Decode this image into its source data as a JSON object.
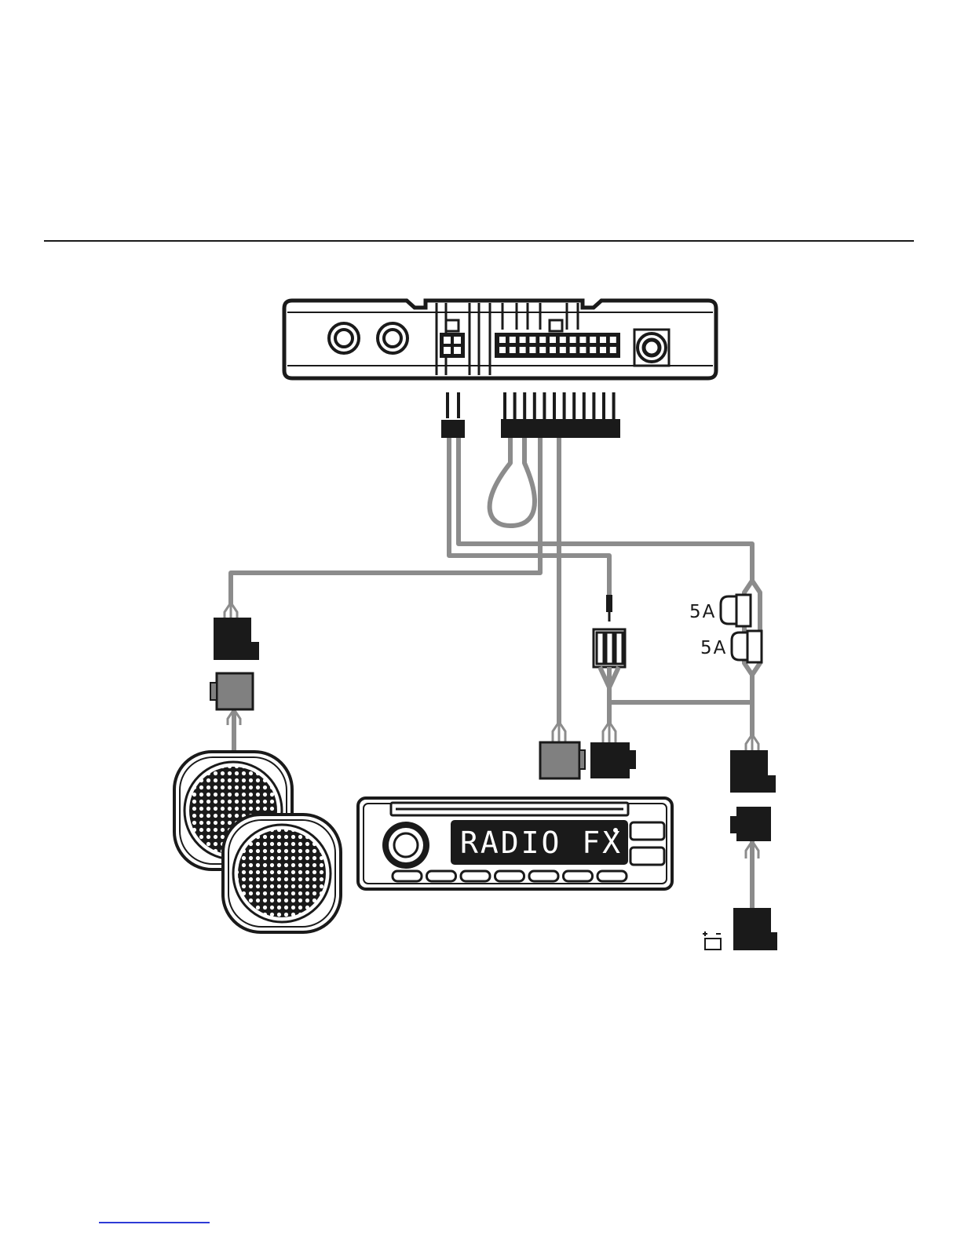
{
  "fuse_labels": {
    "upper": "5A",
    "lower": "5A"
  },
  "head_unit": {
    "display_text": "RADIO FX"
  },
  "icons": {
    "battery": "battery-icon",
    "module": "interface-module",
    "speaker": "speaker-icon",
    "radio": "car-radio"
  },
  "colors": {
    "wire": "#8c8c8c",
    "ink": "#1a1a1a",
    "connector_grey": "#808080",
    "footer_link": "#2e3bd6"
  }
}
